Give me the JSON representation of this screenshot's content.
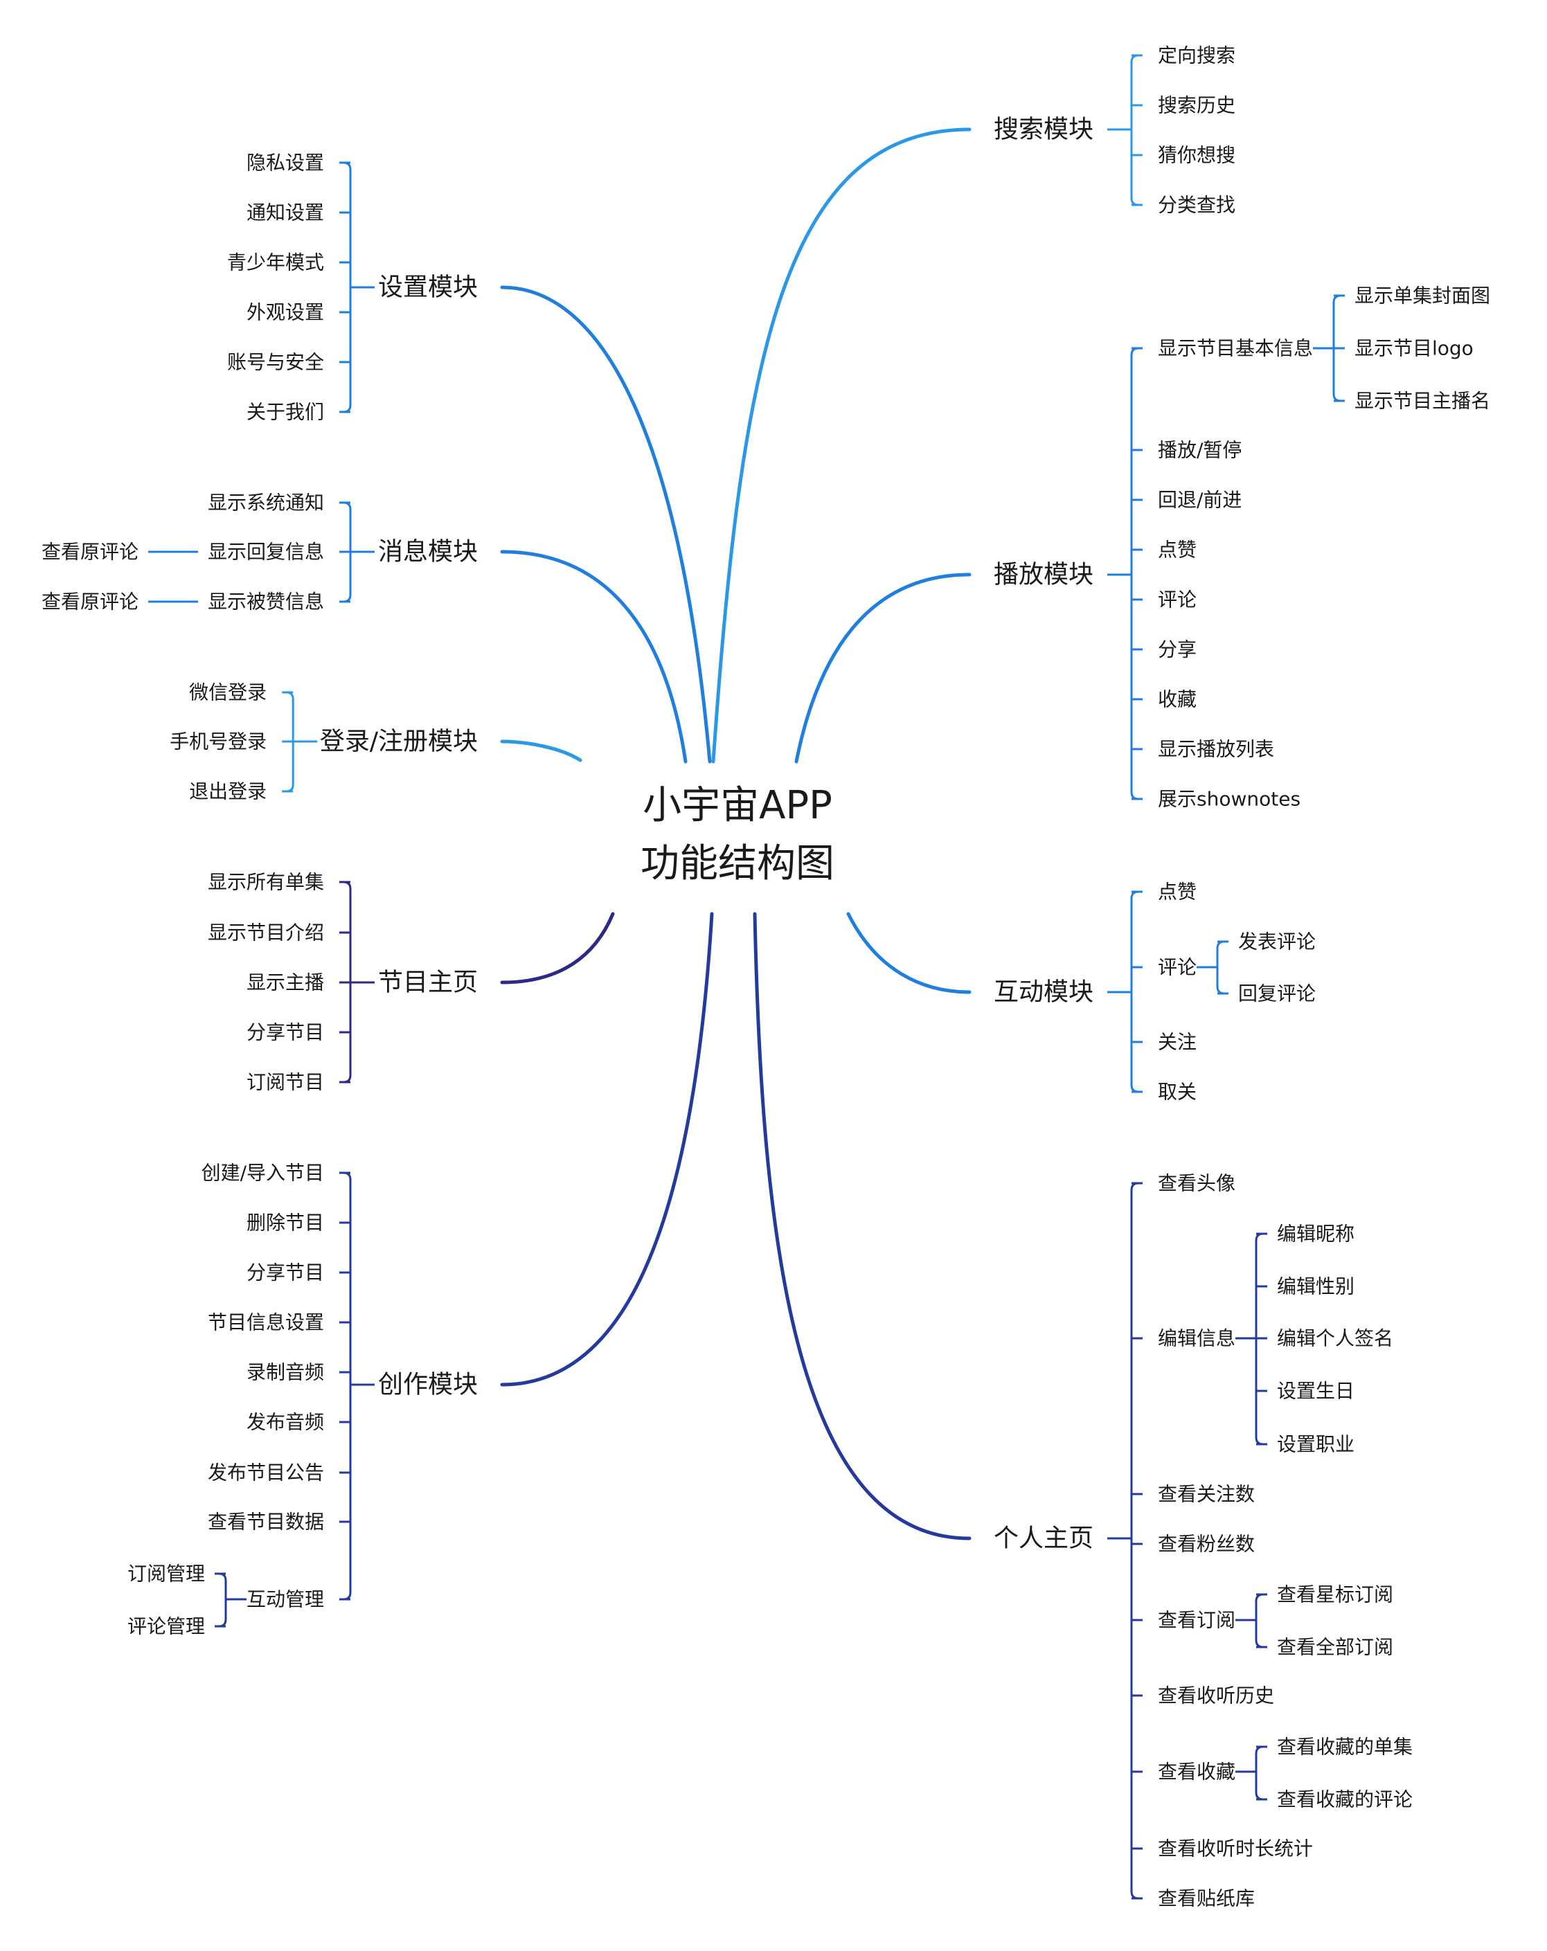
{
  "center": {
    "lines": [
      "小宇宙APP",
      "功能结构图"
    ]
  },
  "colors": {
    "blue": "#1f7ede",
    "light": "#2b98e6",
    "navy": "#243a9c",
    "indigo": "#2c2a86"
  },
  "modules": [
    {
      "id": "search",
      "label": "搜索模块",
      "color": "light",
      "items": [
        {
          "label": "定向搜索"
        },
        {
          "label": "搜索历史"
        },
        {
          "label": "猜你想搜"
        },
        {
          "label": "分类查找"
        }
      ]
    },
    {
      "id": "play",
      "label": "播放模块",
      "color": "blue",
      "items": [
        {
          "label": "显示节目基本信息",
          "children": [
            {
              "label": "显示单集封面图"
            },
            {
              "label": "显示节目logo"
            },
            {
              "label": "显示节目主播名"
            }
          ]
        },
        {
          "label": "播放/暂停"
        },
        {
          "label": "回退/前进"
        },
        {
          "label": "点赞"
        },
        {
          "label": "评论"
        },
        {
          "label": "分享"
        },
        {
          "label": "收藏"
        },
        {
          "label": "显示播放列表"
        },
        {
          "label": "展示shownotes"
        }
      ]
    },
    {
      "id": "interact",
      "label": "互动模块",
      "color": "blue",
      "items": [
        {
          "label": "点赞"
        },
        {
          "label": "评论",
          "children": [
            {
              "label": "发表评论"
            },
            {
              "label": "回复评论"
            }
          ]
        },
        {
          "label": "关注"
        },
        {
          "label": "取关"
        }
      ]
    },
    {
      "id": "profile",
      "label": "个人主页",
      "color": "navy",
      "items": [
        {
          "label": "查看头像"
        },
        {
          "label": "编辑信息",
          "children": [
            {
              "label": "编辑昵称"
            },
            {
              "label": "编辑性别"
            },
            {
              "label": "编辑个人签名"
            },
            {
              "label": "设置生日"
            },
            {
              "label": "设置职业"
            }
          ]
        },
        {
          "label": "查看关注数"
        },
        {
          "label": "查看粉丝数"
        },
        {
          "label": "查看订阅",
          "children": [
            {
              "label": "查看星标订阅"
            },
            {
              "label": "查看全部订阅"
            }
          ]
        },
        {
          "label": "查看收听历史"
        },
        {
          "label": "查看收藏",
          "children": [
            {
              "label": "查看收藏的单集"
            },
            {
              "label": "查看收藏的评论"
            }
          ]
        },
        {
          "label": "查看收听时长统计"
        },
        {
          "label": "查看贴纸库"
        }
      ]
    },
    {
      "id": "settings",
      "label": "设置模块",
      "color": "blue",
      "items": [
        {
          "label": "隐私设置"
        },
        {
          "label": "通知设置"
        },
        {
          "label": "青少年模式"
        },
        {
          "label": "外观设置"
        },
        {
          "label": "账号与安全"
        },
        {
          "label": "关于我们"
        }
      ]
    },
    {
      "id": "message",
      "label": "消息模块",
      "color": "blue",
      "items": [
        {
          "label": "显示系统通知"
        },
        {
          "label": "显示回复信息",
          "children": [
            {
              "label": "查看原评论"
            }
          ]
        },
        {
          "label": "显示被赞信息",
          "children": [
            {
              "label": "查看原评论"
            }
          ]
        }
      ]
    },
    {
      "id": "login",
      "label": "登录/注册模块",
      "color": "light",
      "items": [
        {
          "label": "微信登录"
        },
        {
          "label": "手机号登录"
        },
        {
          "label": "退出登录"
        }
      ]
    },
    {
      "id": "program",
      "label": "节目主页",
      "color": "indigo",
      "items": [
        {
          "label": "显示所有单集"
        },
        {
          "label": "显示节目介绍"
        },
        {
          "label": "显示主播"
        },
        {
          "label": "分享节目"
        },
        {
          "label": "订阅节目"
        }
      ]
    },
    {
      "id": "create",
      "label": "创作模块",
      "color": "navy",
      "items": [
        {
          "label": "创建/导入节目"
        },
        {
          "label": "删除节目"
        },
        {
          "label": "分享节目"
        },
        {
          "label": "节目信息设置"
        },
        {
          "label": "录制音频"
        },
        {
          "label": "发布音频"
        },
        {
          "label": "发布节目公告"
        },
        {
          "label": "查看节目数据"
        },
        {
          "label": "互动管理",
          "children": [
            {
              "label": "订阅管理"
            },
            {
              "label": "评论管理"
            }
          ]
        }
      ]
    }
  ]
}
